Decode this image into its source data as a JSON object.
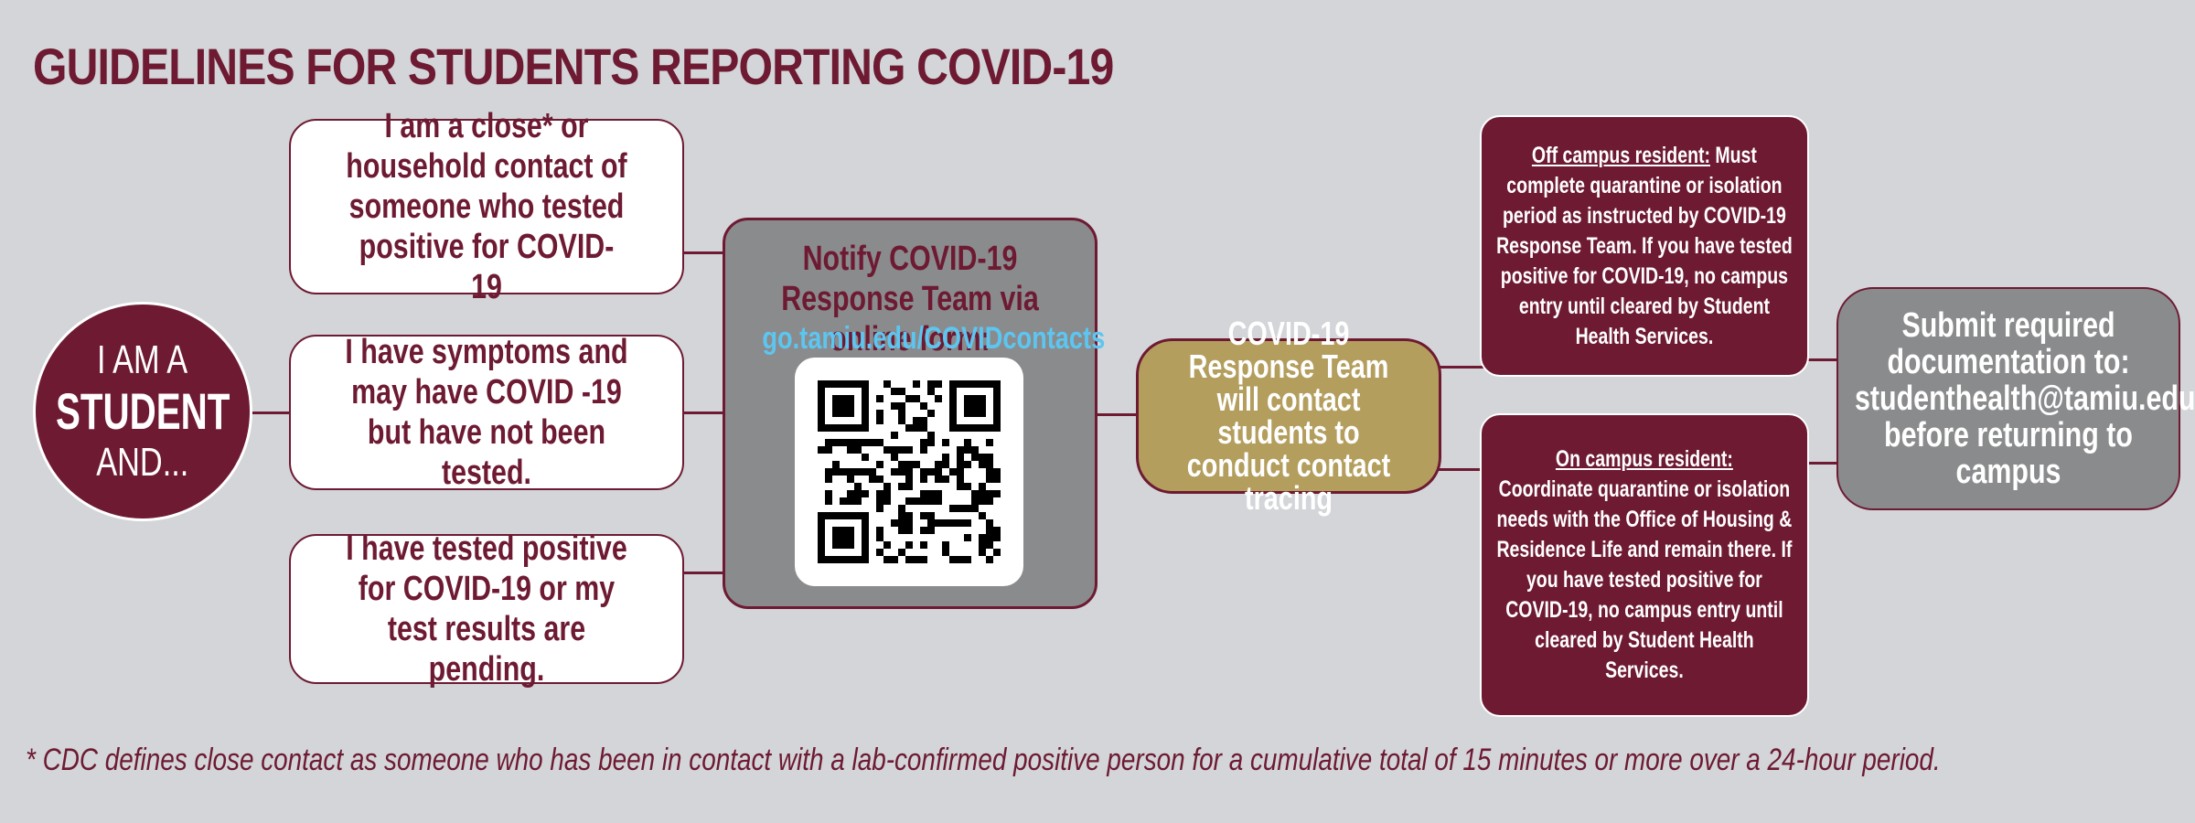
{
  "title": "GUIDELINES FOR STUDENTS REPORTING COVID-19",
  "student": {
    "line1": "I AM A",
    "line2": "STUDENT",
    "line3": "AND..."
  },
  "situations": [
    "I am a close* or household contact of someone who tested positive for COVID-19",
    "I have symptoms and may have COVID -19 but have not been tested.",
    "I have tested positive for COVID-19 or my test results are pending."
  ],
  "notify": {
    "text": "Notify COVID-19 Response Team via online form:",
    "link": "go.tamiu.edu/COVIDcontacts"
  },
  "response_team": "COVID-19 Response Team will contact students to conduct contact tracing",
  "off_campus": {
    "heading": "Off campus resident:",
    "text": "Must complete quarantine or isolation period as instructed by COVID-19 Response Team. If you have tested positive for COVID-19, no campus entry until cleared by Student Health Services."
  },
  "on_campus": {
    "heading": "On campus resident:",
    "text": "Coordinate quarantine or isolation needs with the Office of Housing & Residence Life and remain there. If you have tested positive for COVID-19, no campus entry until cleared by Student Health Services."
  },
  "submit": "Submit required documentation to: studenthealth@tamiu.edu before returning to campus",
  "footnote": "* CDC defines close contact as someone who has been in contact with a lab-confirmed positive person for a cumulative total of 15 minutes or more over a 24-hour period.",
  "colors": {
    "maroon": "#6d1a32",
    "gold": "#b49e5e",
    "gray": "#8a8b8d",
    "background": "#d3d5d8",
    "link": "#5cc6f0"
  },
  "icons": {
    "qr": "qr-code-icon"
  }
}
